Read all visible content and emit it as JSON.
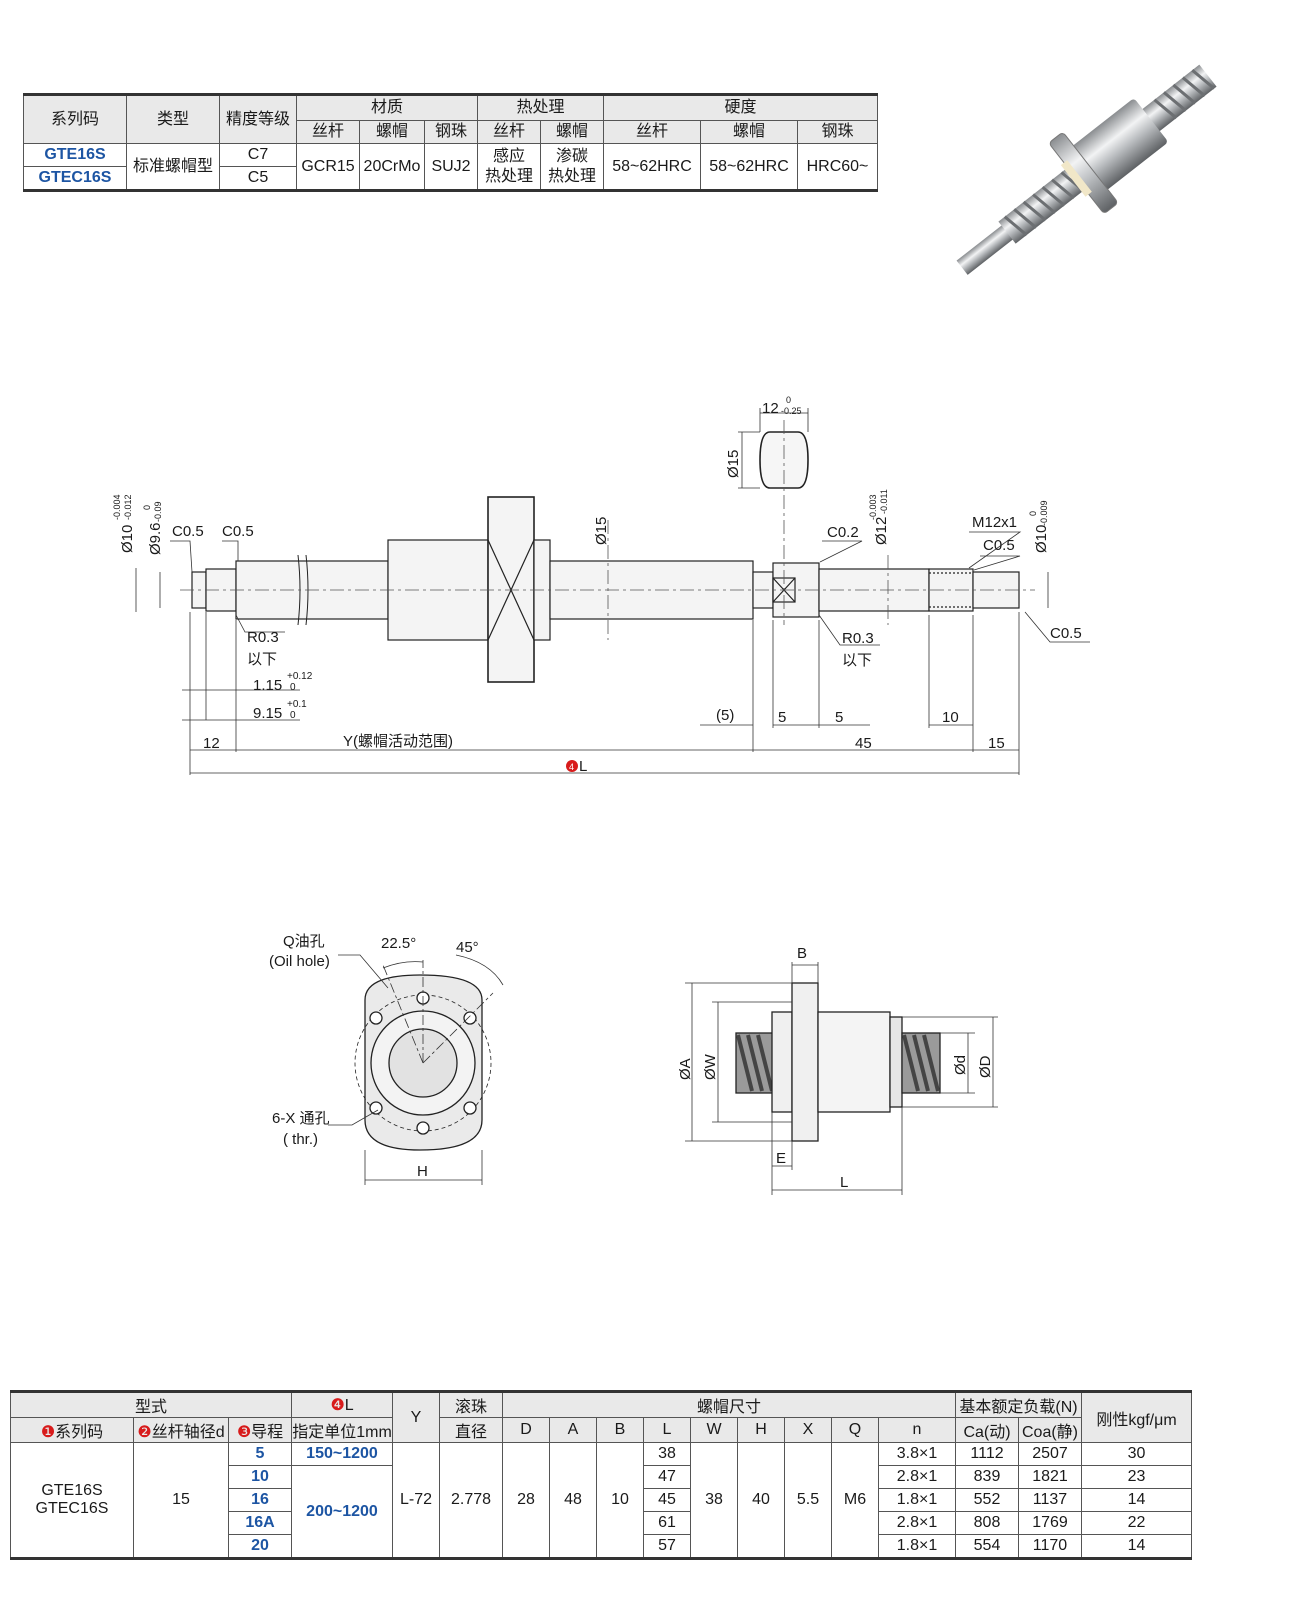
{
  "spec_table": {
    "h_series": "系列码",
    "h_type": "类型",
    "h_precision": "精度等级",
    "h_material": "材质",
    "h_heat": "热处理",
    "h_hardness": "硬度",
    "sub_screw": "丝杆",
    "sub_nut": "螺帽",
    "sub_ball": "钢珠",
    "rows": [
      {
        "code": "GTE16S",
        "precision": "C7"
      },
      {
        "code": "GTEC16S",
        "precision": "C5"
      }
    ],
    "type": "标准螺帽型",
    "mat_screw": "GCR15",
    "mat_nut": "20CrMo",
    "mat_ball": "SUJ2",
    "heat_screw_1": "感应",
    "heat_screw_2": "热处理",
    "heat_nut_1": "渗碳",
    "heat_nut_2": "热处理",
    "hard_screw": "58~62HRC",
    "hard_nut": "58~62HRC",
    "hard_ball": "HRC60~"
  },
  "drawing": {
    "dims": {
      "d12": "12",
      "d12_tol_up": "0",
      "d12_tol_lo": "-0.25",
      "phi15_top": "Ø15",
      "phi10_left": "Ø10",
      "phi10_left_tol_up": "-0.004",
      "phi10_left_tol_lo": "-0.012",
      "phi96": "Ø9.6",
      "phi96_tol_up": "0",
      "phi96_tol_lo": "-0.09",
      "c05a": "C0.5",
      "c05b": "C0.5",
      "phi15_mid": "Ø15",
      "c02": "C0.2",
      "phi12": "Ø12",
      "phi12_tol_up": "-0.003",
      "phi12_tol_lo": "-0.011",
      "m12": "M12x1",
      "c05c": "C0.5",
      "phi10_right": "Ø10",
      "phi10_right_tol_up": "0",
      "phi10_right_tol_lo": "-0.009",
      "c05d": "C0.5",
      "r03a": "R0.3",
      "r03a_2": "以下",
      "r03b": "R0.3",
      "r03b_2": "以下",
      "d115": "1.15",
      "d115_up": "+0.12",
      "d115_lo": "0",
      "d915": "9.15",
      "d915_up": "+0.1",
      "d915_lo": "0",
      "p5": "(5)",
      "n5a": "5",
      "n5b": "5",
      "n10": "10",
      "n12": "12",
      "y_range": "Y(螺帽活动范围)",
      "n45": "45",
      "n15": "15",
      "L": "L",
      "L_num": "4"
    },
    "nut_front": {
      "q_hole": "Q油孔",
      "q_hole_en": "(Oil hole)",
      "ang225": "22.5°",
      "ang45": "45°",
      "x_hole": "6-X 通孔",
      "x_hole_en": "( thr.)",
      "h": "H"
    },
    "nut_side": {
      "b": "B",
      "a": "ØA",
      "w": "ØW",
      "d": "Ød",
      "D": "ØD",
      "e": "E",
      "l": "L"
    }
  },
  "dim_table": {
    "h_model": "型式",
    "h_series": "系列码",
    "h_series_n": "1",
    "h_shaft": "丝杆轴径d",
    "h_shaft_n": "2",
    "h_lead": "导程",
    "h_lead_n": "3",
    "h_L": "L",
    "h_L_n": "4",
    "h_L_unit": "指定单位1mm",
    "h_Y": "Y",
    "h_ball_1": "滚珠",
    "h_ball_2": "直径",
    "h_nut": "螺帽尺寸",
    "h_D": "D",
    "h_A": "A",
    "h_B": "B",
    "h_Lc": "L",
    "h_W": "W",
    "h_H": "H",
    "h_X": "X",
    "h_Q": "Q",
    "h_n": "n",
    "h_load": "基本额定负载(N)",
    "h_ca": "Ca(动)",
    "h_coa": "Coa(静)",
    "h_rigid": "刚性kgf/μm",
    "series_1": "GTE16S",
    "series_2": "GTEC16S",
    "shaft": "15",
    "L_range_1": "150~1200",
    "L_range_2": "200~1200",
    "Y": "L-72",
    "ball": "2.778",
    "D": "28",
    "A": "48",
    "B": "10",
    "W": "38",
    "H": "40",
    "X": "5.5",
    "Q": "M6",
    "rows": [
      {
        "lead": "5",
        "L": "38",
        "n": "3.8×1",
        "ca": "1112",
        "coa": "2507",
        "rigid": "30"
      },
      {
        "lead": "10",
        "L": "47",
        "n": "2.8×1",
        "ca": "839",
        "coa": "1821",
        "rigid": "23"
      },
      {
        "lead": "16",
        "L": "45",
        "n": "1.8×1",
        "ca": "552",
        "coa": "1137",
        "rigid": "14"
      },
      {
        "lead": "16A",
        "L": "61",
        "n": "2.8×1",
        "ca": "808",
        "coa": "1769",
        "rigid": "22"
      },
      {
        "lead": "20",
        "L": "57",
        "n": "1.8×1",
        "ca": "554",
        "coa": "1170",
        "rigid": "14"
      }
    ]
  },
  "colors": {
    "code_blue": "#1d55a3",
    "marker_red": "#d81b1b",
    "header_gray": "#e9e9e9"
  }
}
